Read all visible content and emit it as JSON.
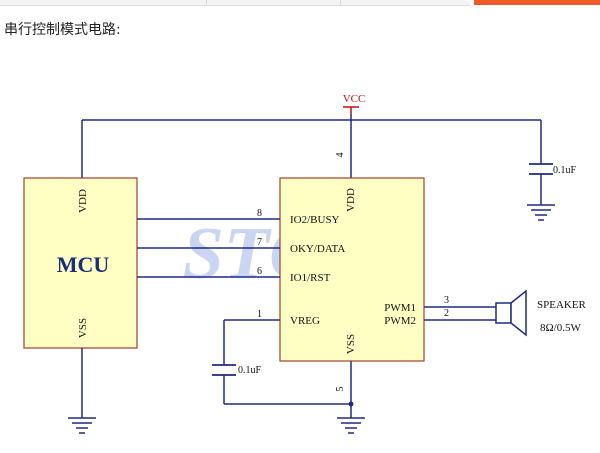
{
  "intro_text": "串行控制模式电路:",
  "colors": {
    "wire": "#1f2a80",
    "chip_fill": "#ffffc4",
    "chip_border": "#a04030",
    "text": "#111111",
    "vcc": "#c01010",
    "watermark": "#9fb3e8",
    "accent": "#f05a28"
  },
  "watermark": "STChip",
  "mcu": {
    "name": "MCU",
    "vdd": "VDD",
    "vss": "VSS"
  },
  "ic": {
    "vdd": "VDD",
    "vss": "VSS",
    "pins": {
      "busy": {
        "label": "IO2/BUSY",
        "number": "8"
      },
      "data": {
        "label": "OKY/DATA",
        "number": "7"
      },
      "rst": {
        "label": "IO1/RST",
        "number": "6"
      },
      "vreg": {
        "label": "VREG",
        "number": "1"
      },
      "pwm1": {
        "label": "PWM1",
        "number": "3"
      },
      "pwm2": {
        "label": "PWM2",
        "number": "2"
      },
      "vdd": {
        "number": "4"
      },
      "vss": {
        "number": "5"
      }
    }
  },
  "vcc_label": "VCC",
  "cap_vcc": "0.1uF",
  "cap_vreg": "0.1uF",
  "speaker": {
    "label": "SPEAKER",
    "rating": "8Ω/0.5W"
  }
}
